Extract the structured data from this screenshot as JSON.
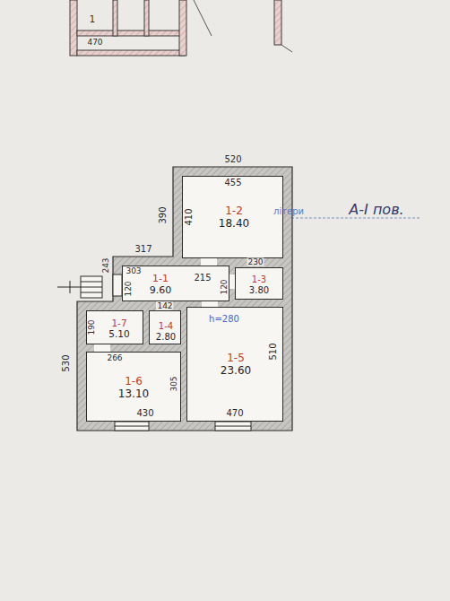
{
  "diagram": {
    "nodes": [
      {
        "text": [
          "1-2",
          "18.40"
        ]
      },
      {
        "text": [
          "1-1",
          "9.60"
        ]
      },
      {
        "text": [
          "1-3",
          "3.80"
        ]
      },
      {
        "text": [
          "1-7",
          "5.10"
        ]
      },
      {
        "text": [
          "1-4",
          "2.80"
        ]
      },
      {
        "text": [
          "1-5",
          "23.60"
        ]
      },
      {
        "text": [
          "1-6",
          "13.10"
        ]
      }
    ],
    "labels": [
      "1",
      "470",
      "літери",
      "А-І пов.",
      "520",
      "455",
      "390",
      "410",
      "317",
      "243",
      "303",
      "120",
      "215",
      "120",
      "230",
      "190",
      "142",
      "266",
      "h=280",
      "510",
      "530",
      "305",
      "430",
      "470"
    ]
  }
}
